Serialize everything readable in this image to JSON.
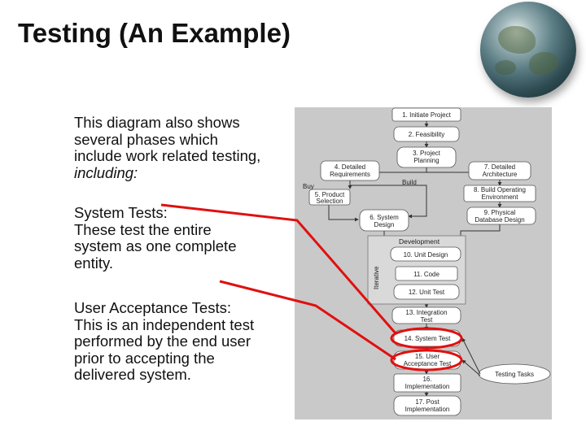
{
  "slide": {
    "title": "Testing (An Example)",
    "paragraph1": [
      "This diagram also shows",
      "several phases which",
      "include work related testing,",
      "including:"
    ],
    "paragraph2": [
      "System Tests:",
      "These test the entire",
      "system as one complete",
      "entity."
    ],
    "paragraph3": [
      "User Acceptance Tests:",
      "This is an independent test",
      "performed by the end user",
      "prior to accepting the",
      "delivered system."
    ]
  },
  "diagram": {
    "phases": {
      "p1": "1. Initiate Project",
      "p2": "2. Feasibility",
      "p3": [
        "3. Project",
        "Planning"
      ],
      "p4": [
        "4. Detailed",
        "Requirements"
      ],
      "p5": [
        "5. Product",
        "Selection"
      ],
      "p6": [
        "6. System",
        "Design"
      ],
      "p7": [
        "7. Detailed",
        "Architecture"
      ],
      "p8": [
        "8. Build Operating",
        "Environment"
      ],
      "p9": [
        "9. Physical",
        "Database Design"
      ],
      "p10": "10. Unit Design",
      "p11": "11. Code",
      "p12": "12. Unit Test",
      "p13": [
        "13. Integration",
        "Test"
      ],
      "p14": "14. System Test",
      "p15": [
        "15. User",
        "Acceptance Test"
      ],
      "p16": [
        "16.",
        "Implementation"
      ],
      "p17": [
        "17. Post",
        "Implementation"
      ]
    },
    "labels": {
      "buy": "Buy",
      "build": "Build",
      "development": "Development",
      "iterative": "Iterative",
      "testing_tasks": "Testing Tasks"
    }
  },
  "colors": {
    "highlight": "#e01010",
    "diagram_bg": "#c9c9c9",
    "box_fill": "#ffffff"
  }
}
